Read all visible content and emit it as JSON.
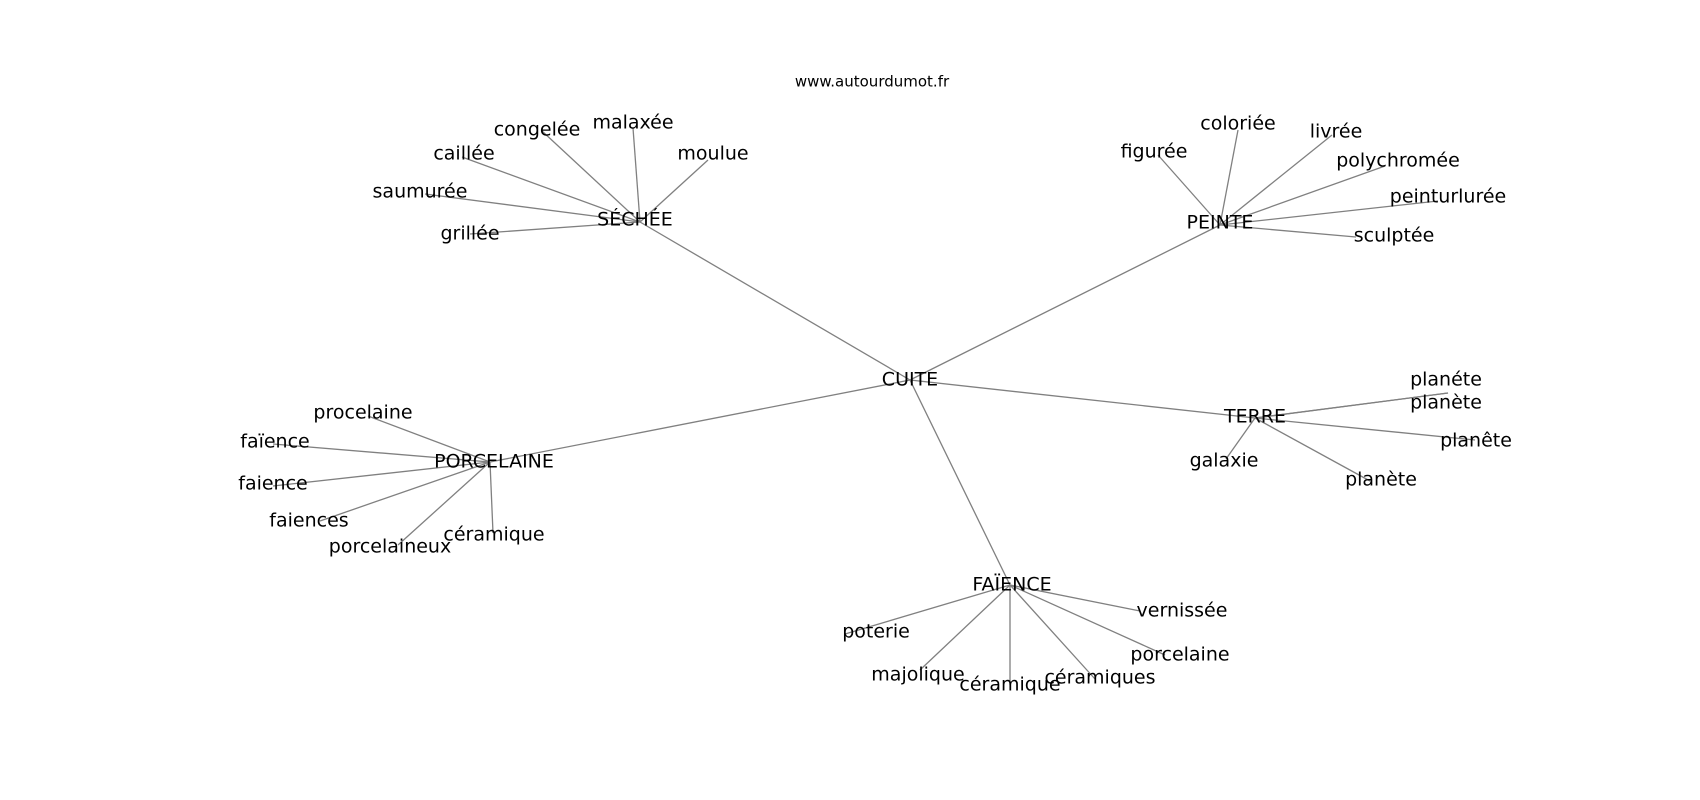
{
  "watermark": "www.autourdumot.fr",
  "colors": {
    "edge": "#808080",
    "text": "#000000",
    "background": "#ffffff"
  },
  "graph": {
    "center": "CUITE",
    "groups": [
      {
        "hub": "SÉCHÉE",
        "leaves": [
          "grillée",
          "saumurée",
          "caillée",
          "congelée",
          "malaxée",
          "moulue"
        ]
      },
      {
        "hub": "PEINTE",
        "leaves": [
          "figurée",
          "coloriée",
          "livrée",
          "polychromée",
          "peinturlurée",
          "sculptée"
        ]
      },
      {
        "hub": "PORCELAINE",
        "leaves": [
          "procelaine",
          "faïence",
          "faience",
          "faiences",
          "porcelaineux",
          "céramique"
        ]
      },
      {
        "hub": "TERRE",
        "leaves": [
          "planéte",
          "planète",
          "planête",
          "planète",
          "galaxie"
        ]
      },
      {
        "hub": "FAÏENCE",
        "leaves": [
          "poterie",
          "majolique",
          "céramique",
          "céramiques",
          "porcelaine",
          "vernissée"
        ]
      }
    ]
  }
}
